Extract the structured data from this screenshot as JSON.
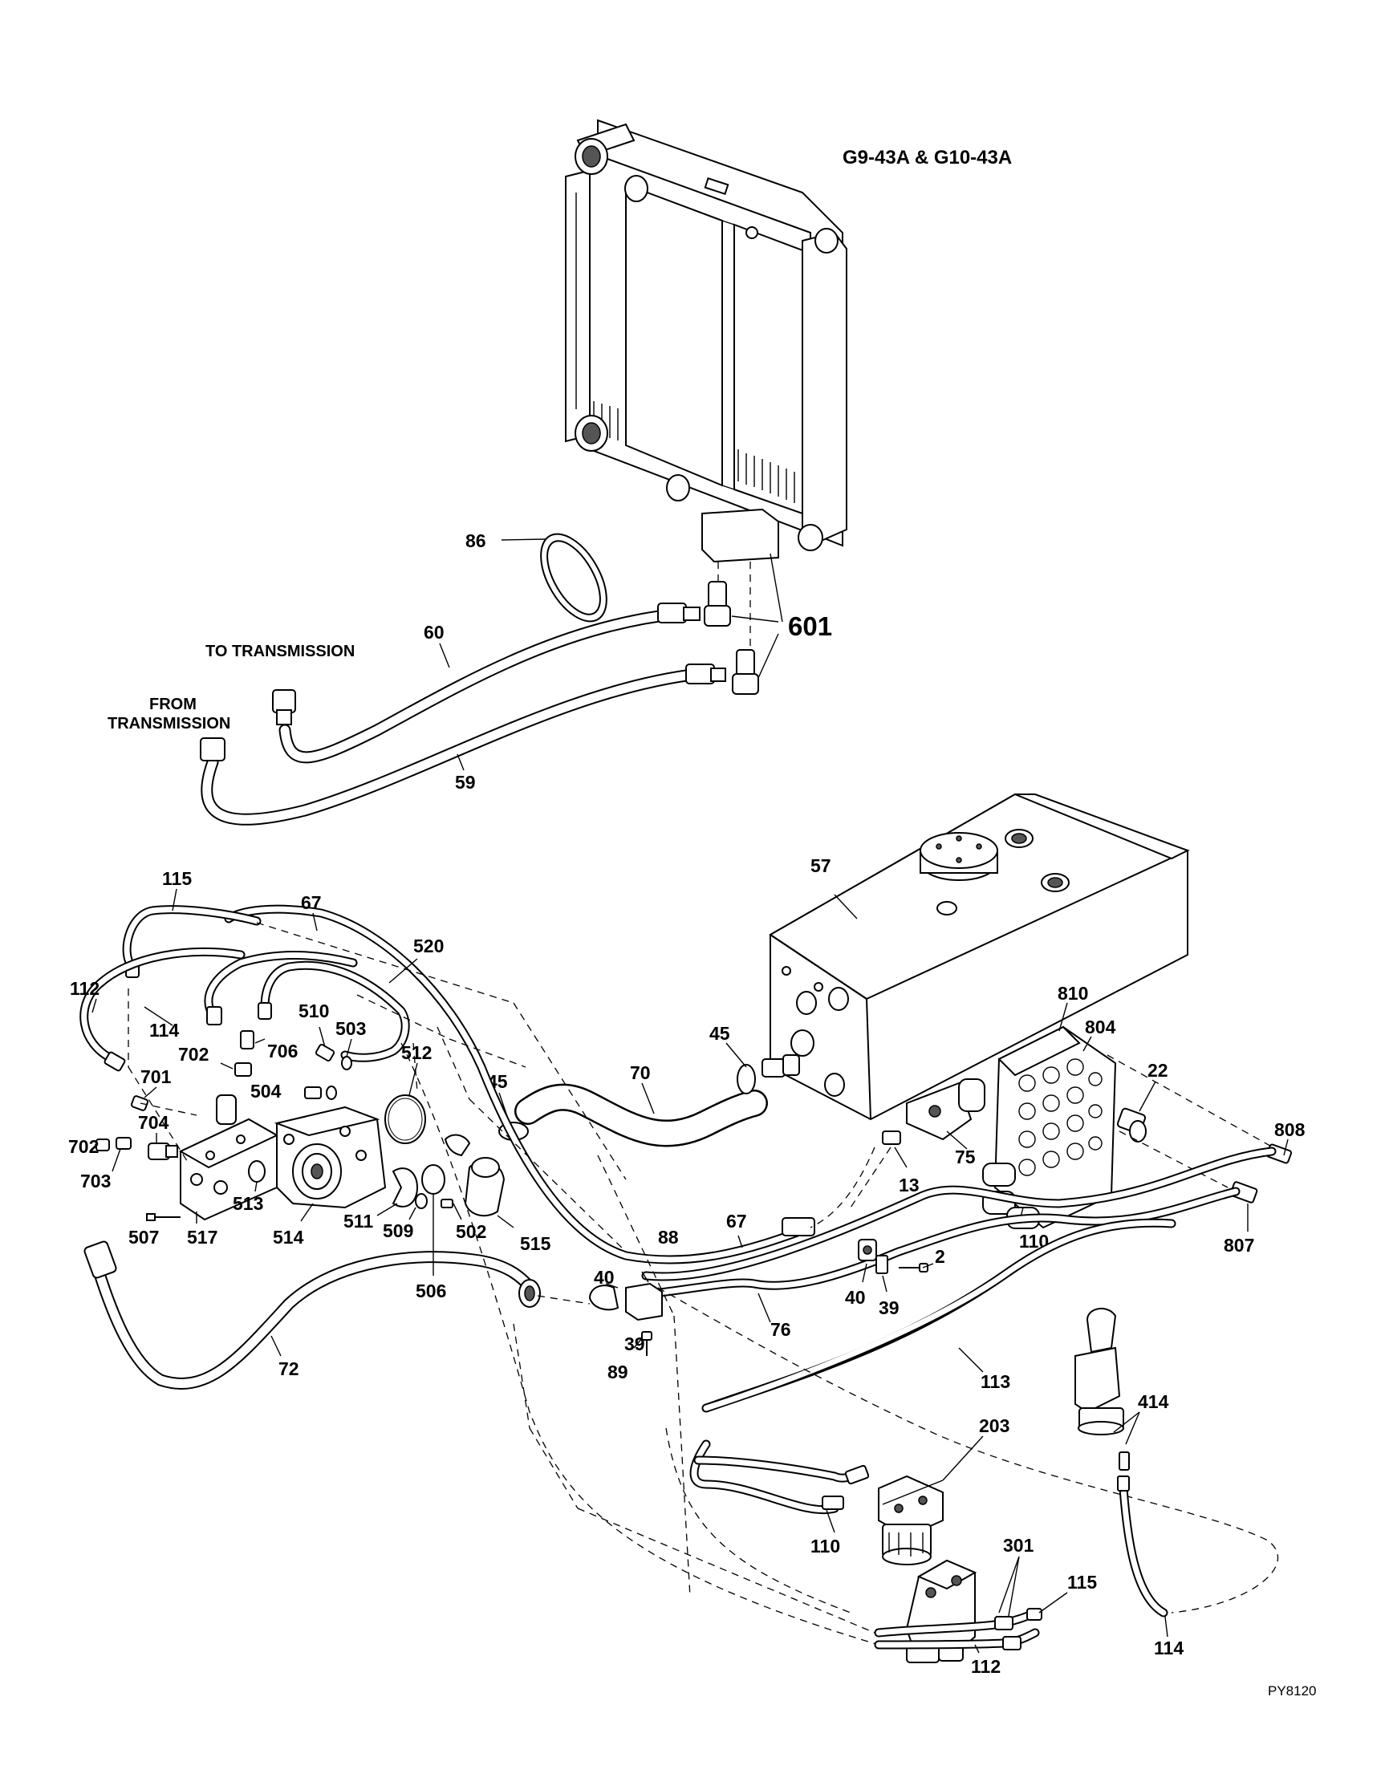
{
  "title": "G9-43A & G10-43A",
  "figure_code": "PY8120",
  "notes": {
    "to_transmission": "TO TRANSMISSION",
    "from_transmission_1": "FROM",
    "from_transmission_2": "TRANSMISSION"
  },
  "callouts": {
    "c86": "86",
    "c601": "601",
    "c60": "60",
    "c59": "59",
    "c57": "57",
    "c115a": "115",
    "c67a": "67",
    "c520": "520",
    "c112a": "112",
    "c114a": "114",
    "c510": "510",
    "c503": "503",
    "c702a": "702",
    "c706": "706",
    "c512": "512",
    "c701": "701",
    "c504": "504",
    "c704": "704",
    "c702b": "702",
    "c703": "703",
    "c513": "513",
    "c517": "517",
    "c514": "514",
    "c507": "507",
    "c511": "511",
    "c509": "509",
    "c502": "502",
    "c515": "515",
    "c506": "506",
    "c45a": "45",
    "c45b": "45",
    "c70": "70",
    "c810": "810",
    "c804": "804",
    "c22": "22",
    "c13": "13",
    "c75": "75",
    "c808": "808",
    "c807": "807",
    "c88": "88",
    "c67b": "67",
    "c110a": "110",
    "c40a": "40",
    "c2": "2",
    "c40b": "40",
    "c39a": "39",
    "c76": "76",
    "c39b": "39",
    "c89": "89",
    "c72": "72",
    "c113": "113",
    "c203": "203",
    "c414": "414",
    "c110b": "110",
    "c301": "301",
    "c115b": "115",
    "c112b": "112",
    "c114b": "114"
  }
}
